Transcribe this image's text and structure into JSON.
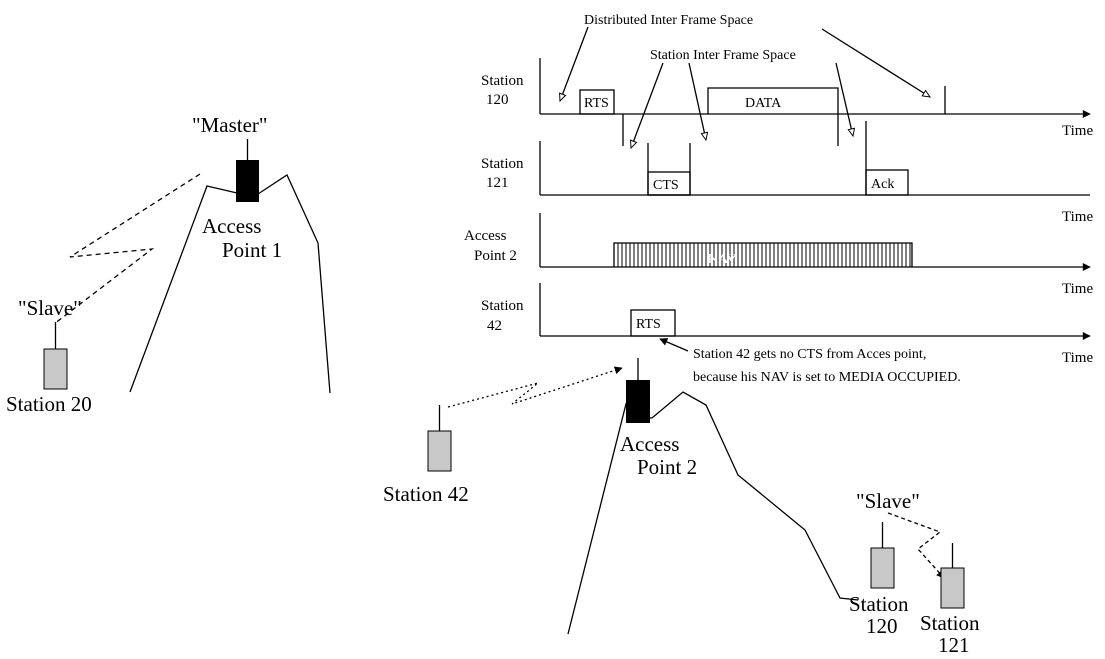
{
  "left_cell": {
    "master_label": "\"Master\"",
    "ap_label_line1": "Access",
    "ap_label_line2": "Point 1",
    "slave_label": "\"Slave\"",
    "station_label": "Station 20"
  },
  "right_cell": {
    "ap_label_line1": "Access",
    "ap_label_line2": "Point 2",
    "station42_label": "Station 42",
    "slave_label": "\"Slave\"",
    "station120_line1": "Station",
    "station120_line2": "120",
    "station121_line1": "Station",
    "station121_line2": "121"
  },
  "timing": {
    "difs_label": "Distributed Inter Frame Space",
    "sifs_label": "Station Inter Frame Space",
    "time_label": "Time",
    "rows": [
      {
        "line1": "Station",
        "line2": "120"
      },
      {
        "line1": "Station",
        "line2": "121"
      },
      {
        "line1": "Access",
        "line2": "Point 2"
      },
      {
        "line1": "Station",
        "line2": "42"
      }
    ],
    "frames": {
      "rts": "RTS",
      "data": "DATA",
      "cts": "CTS",
      "ack": "Ack",
      "nav": "NAV",
      "rts42": "RTS"
    },
    "note_line1": "Station 42 gets no CTS from Acces point,",
    "note_line2": "because his NAV is set to MEDIA OCCUPIED."
  }
}
